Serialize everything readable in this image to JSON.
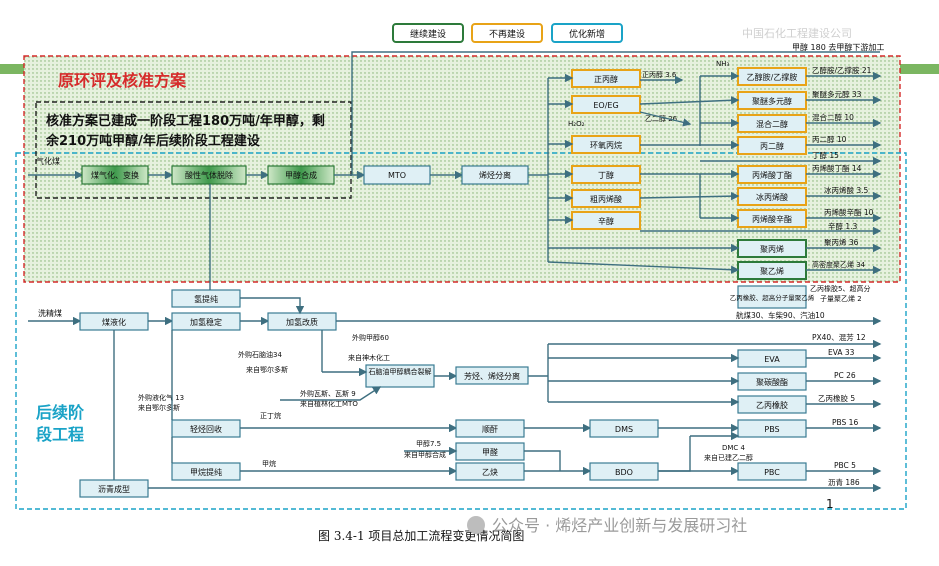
{
  "legend": {
    "continue_build": "继续建设",
    "no_build": "不再建设",
    "optimize": "优化新增"
  },
  "watermark_top": "中国石化工程建设公司",
  "section_original": {
    "title": "原环评及核准方案",
    "note_line1": "核准方案已建成一阶段工程180万吨/年甲醇，剩",
    "note_line2": "余210万吨甲醇/年后续阶段工程建设"
  },
  "section_later": {
    "line1": "后续阶",
    "line2": "段工程"
  },
  "inputs": {
    "gas_coal": "气化煤",
    "wash_coal": "洗精煤"
  },
  "nodes": {
    "coal_gasification": "煤气化、变换",
    "acid_gas_removal": "酸性气体脱除",
    "methanol_synthesis": "甲醇合成",
    "mto": "MTO",
    "olefin_separation": "烯烃分离",
    "propanol": "正丙醇",
    "eo_eg": "EO/EG",
    "propylene_oxide": "环氧丙烷",
    "butanol": "丁醇",
    "acrylic_acid": "粗丙烯酸",
    "octanol": "辛醇",
    "ethanolamine": "乙醇胺/乙撑胺",
    "polyether_polyol": "聚醚多元醇",
    "mixed_diols": "混合二醇",
    "propylene_glycol": "丙二醇",
    "butyl_acrylate": "丙烯酸丁酯",
    "glacial_acrylic": "冰丙烯酸",
    "octyl_acrylate": "丙烯酸辛酯",
    "polypropylene": "聚丙烯",
    "polyethylene": "聚乙烯",
    "epdm_box": "乙丙橡胶、超高分子量聚乙烯",
    "coal_liquefaction": "煤液化",
    "hydro_stabilization": "加氢稳定",
    "hydro_upgrade": "加氢改质",
    "hydrogen_extraction": "氢提纯",
    "naphtha_couple": "石脑油甲醇耦合裂解",
    "aromatics_sep": "芳烃、烯烃分离",
    "eva": "EVA",
    "pvac": "聚碳酸酯",
    "epdm": "乙丙橡胶",
    "light_hc_recovery": "轻烃回收",
    "methane_extraction": "甲烷提纯",
    "maleic_anhydride": "顺酐",
    "formaldehyde": "甲醛",
    "acetylene": "乙炔",
    "dms": "DMS",
    "bdo": "BDO",
    "pbs": "PBS",
    "pbc": "PBC",
    "asphalt_forming": "沥青成型"
  },
  "labels": {
    "methanol180": "甲醇 180  去甲醇下游加工",
    "nh3": "NH₃",
    "ethylene_glycol": "乙二醇 26",
    "propanol_out": "正丙醇 3.6",
    "h2o2": "H₂O₂",
    "ethanolamine_out": "乙醇胺/乙撑胺 21",
    "polyether_out": "聚醚多元醇 33",
    "mixed_diols_out": "混合二醇 10",
    "propylene_glycol_out": "丙二醇 10",
    "butanol_out": "丁醇 15",
    "butyl_acrylate_out": "丙烯酸丁酯 14",
    "glacial_out": "冰丙烯酸 3.5",
    "octyl_acrylate_out": "丙烯酸辛酯 10",
    "octanol_out": "辛醇 1.3",
    "pp_out": "聚丙烯 36",
    "pe_out": "高密度聚乙烯 34",
    "epdm_uhmw_out1": "乙丙橡胶5、超高分",
    "epdm_uhmw_out2": "子量聚乙烯 2",
    "jet_fuel": "航煤30、车柴90、汽油10",
    "methanol60": "外购甲醇60",
    "from_shenmu": "来自神木化工",
    "naphtha34": "外购石脑油34",
    "from_erdos1": "来自鄂尔多斯",
    "px": "PX40、混芳 12",
    "eva_out": "EVA 33",
    "pc_out": "PC  26",
    "epdm_out": "乙丙橡胶 5",
    "ext_naphtha9": "外购瓦斯、瓦斯 9",
    "from_mto": "来自植林化工MTO",
    "lpg13": "外购液化气 13",
    "from_erdos2": "来自鄂尔多斯",
    "n_butane": "正丁烷",
    "methanol75": "甲醇7.5",
    "from_methanol_syn": "来自甲醇合成",
    "dmc4": "DMC 4",
    "from_dmc": "来自已建乙二醇",
    "methane": "甲烷",
    "pbs_out": "PBS 16",
    "pbc_out": "PBC 5",
    "asphalt_out": "沥青 186",
    "page_no": "1"
  },
  "caption": "图 3.4-1  项目总加工流程变更情况简图",
  "wechat_watermark": "公众号 · 烯烃产业创新与发展研习社",
  "colors": {
    "green_accent": "#2d7a3a",
    "yellow_accent": "#e8a317",
    "blue_accent": "#1aa3c7",
    "red_dash": "#d62b2b",
    "section_title": "#d62b2b",
    "later_title": "#1aa3c7"
  }
}
